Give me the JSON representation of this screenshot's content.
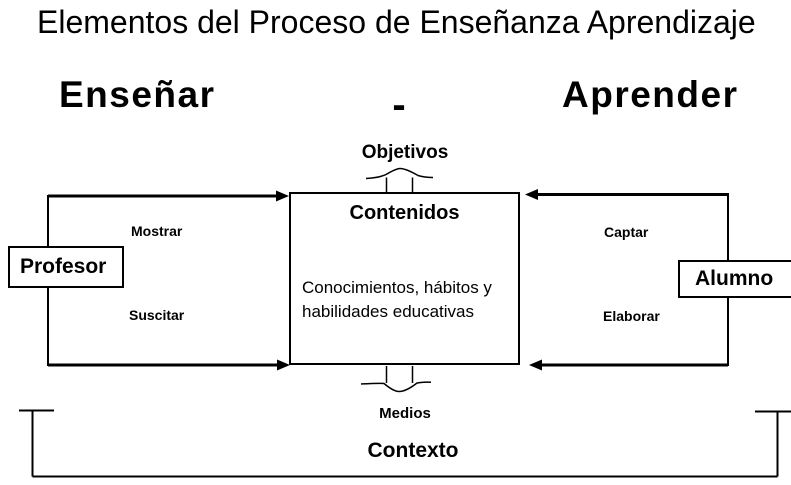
{
  "title": "Elementos del Proceso de Enseñanza Aprendizaje",
  "header": {
    "teach": "Enseñar",
    "separator": "-",
    "learn": "Aprender"
  },
  "diagram": {
    "objetivos_label": "Objetivos",
    "contenidos": {
      "title": "Contenidos",
      "body_line1": "Conocimientos, hábitos y",
      "body_line2": "habilidades educativas"
    },
    "profesor_label": "Profesor",
    "alumno_label": "Alumno",
    "teacher_actions": [
      "Mostrar",
      "Suscitar"
    ],
    "student_actions": [
      "Captar",
      "Elaborar"
    ],
    "medios_label": "Medios",
    "contexto_label": "Contexto"
  },
  "colors": {
    "background": "#ffffff",
    "foreground": "#000000"
  }
}
